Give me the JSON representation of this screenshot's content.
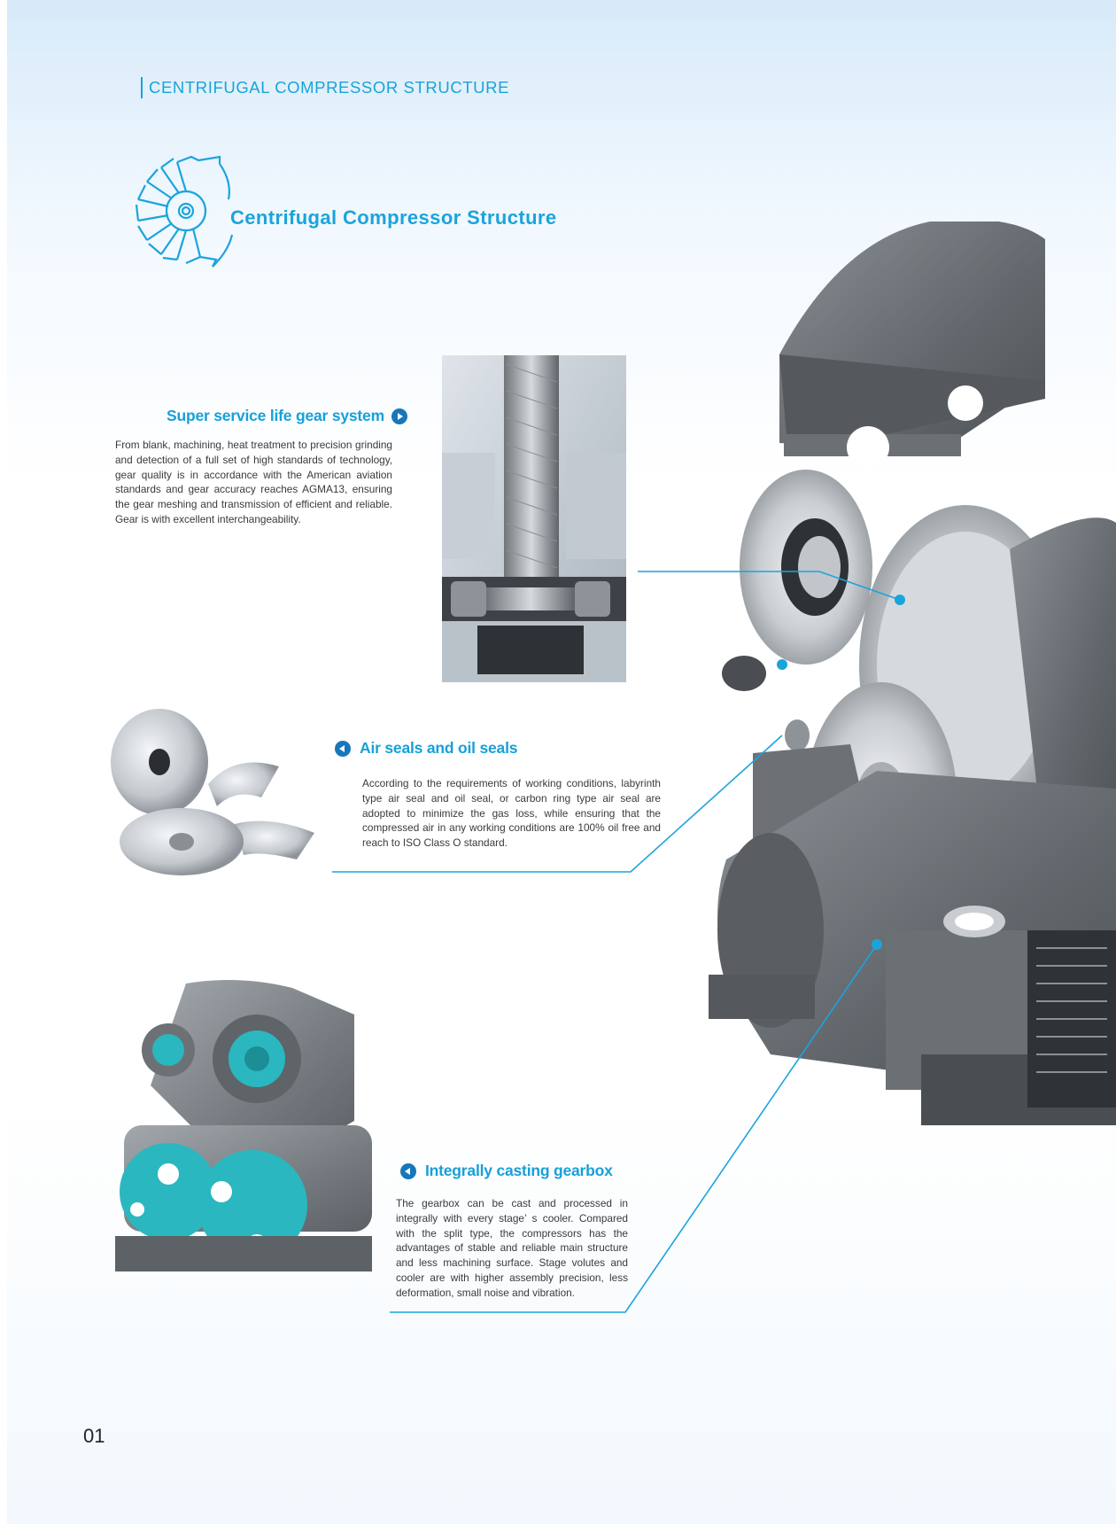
{
  "header": {
    "label": "CENTRIFUGAL COMPRESSOR STRUCTURE"
  },
  "main": {
    "title": "Centrifugal Compressor Structure"
  },
  "sections": [
    {
      "title": "Super service life gear system",
      "body": "From blank, machining, heat treatment to precision grinding and detection of a full set of high standards of technology, gear quality is in accordance with the American aviation standards and gear accuracy reaches AGMA13, ensuring the gear meshing and transmission of efficient and reliable. Gear is with excellent interchangeability."
    },
    {
      "title": "Air seals and oil seals",
      "body": "According to the requirements of working conditions, labyrinth type air seal and oil seal, or carbon ring type air seal are adopted to minimize the gas loss, while ensuring that the compressed air in any working conditions are 100% oil free and reach to ISO Class O standard."
    },
    {
      "title": "Integrally casting gearbox",
      "body": "The gearbox can be cast and processed in integrally with every stage’ s cooler. Compared with the split type, the compressors has the advantages of stable and reliable main structure and less machining surface. Stage volutes and cooler are with higher assembly precision, less deformation, small noise and vibration."
    }
  ],
  "footer": {
    "page_number": "01"
  },
  "colors": {
    "accent": "#1ba4dc",
    "gray_metal": "#6e7276",
    "teal": "#2bb7bf"
  },
  "icons": {
    "section_bullet": "play-circle-icon",
    "logo": "impeller-logo-icon"
  }
}
